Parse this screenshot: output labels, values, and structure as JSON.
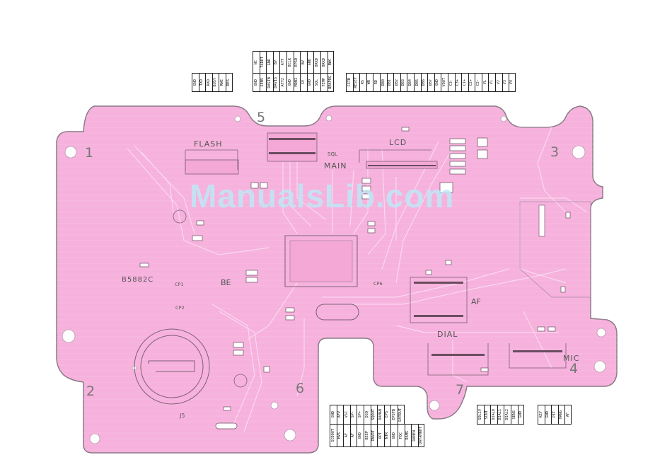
{
  "zones": [
    "1",
    "2",
    "3",
    "4",
    "5",
    "6",
    "7"
  ],
  "labels": {
    "flash": "FLASH",
    "lcd": "LCD",
    "main": "MAIN",
    "sql": "SQL",
    "af": "AF",
    "dial": "DIAL",
    "mic": "MIC",
    "be": "BE",
    "b5882c": "B5882C",
    "cp1": "CP1",
    "cp2": "CP2",
    "cp6": "CP6",
    "j5": "J5"
  },
  "watermark": "ManualsLib.com",
  "connectors": {
    "left_top": [
      "GND",
      "TXD",
      "RXD",
      "BUSY",
      "RWE",
      "RES"
    ],
    "mid_top_a": [
      "NC",
      "TXDET",
      "GND",
      "BV",
      "ATT",
      "BCLK",
      "EPSO",
      "BV",
      "GND",
      "BRXD",
      "BRXD",
      "NWC"
    ],
    "mid_top_b": [
      "GND",
      "SENS",
      "DASTB",
      "DAVIS",
      "ATT2",
      "GND",
      "MONI",
      "SV",
      "GND",
      "SQL",
      "TEMP",
      "BRKPRG"
    ],
    "right_top": [
      "CSTB",
      "RESET",
      "RS",
      "WR",
      "RD",
      "DB0",
      "DB1",
      "DB2",
      "DB3",
      "DB4",
      "DB5",
      "DB6",
      "DB7",
      "GND",
      "VOUT",
      "C3-",
      "C3+",
      "C1+",
      "C2+",
      "C2-",
      "VL",
      "V1",
      "V2",
      "V3",
      "V4"
    ],
    "bottom_mid_a": [
      "GND",
      "AFV",
      "VSC",
      "SP-",
      "SP+",
      "DSQ",
      "SQOUT",
      "DAMAN",
      "EPS",
      "EPSTB",
      "DATOUT"
    ],
    "bottom_mid_b": [
      "SCDOUT",
      "HVS",
      "AF",
      "AF",
      "GND",
      "BEEP",
      "INVRT",
      "OPT",
      "NTR",
      "GND",
      "FOC",
      "DAMS",
      "DAMEN",
      "DATAMNHT"
    ],
    "bottom_right_a": [
      "SOL1V",
      "SCNT",
      "DIAL0",
      "DIAL1",
      "DIAL2",
      "SENS",
      "GND"
    ],
    "bottom_right_b": [
      "KEY",
      "GND",
      "PTT",
      "HANG",
      "AF"
    ]
  },
  "colors": {
    "board": "#f6b1dc",
    "board_edge": "#8a7a86",
    "trace": "#f9d4ec",
    "watermark": "#bfe8f8"
  }
}
